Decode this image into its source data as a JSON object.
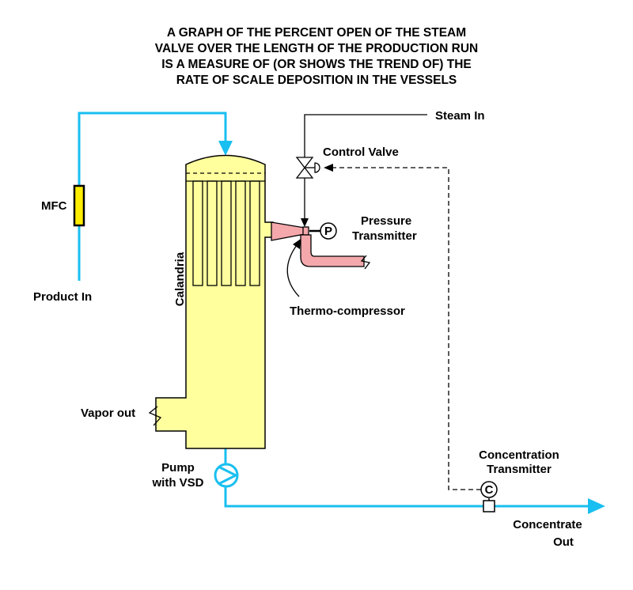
{
  "title_lines": [
    "A GRAPH OF THE PERCENT OPEN OF THE STEAM",
    "VALVE OVER THE LENGTH OF THE PRODUCTION RUN",
    "IS A MEASURE OF (OR SHOWS THE TREND OF) THE",
    "RATE OF SCALE DEPOSITION IN THE VESSELS"
  ],
  "labels": {
    "steam_in": "Steam In",
    "control_valve": "Control Valve",
    "mfc": "MFC",
    "pressure_1": "Pressure",
    "pressure_2": "Transmitter",
    "pressure_symbol": "P",
    "product_in": "Product In",
    "calandria": "Calandria",
    "thermo_compressor": "Thermo-compressor",
    "vapor_out": "Vapor out",
    "pump_1": "Pump",
    "pump_2": "with VSD",
    "concentration_1": "Concentration",
    "concentration_2": "Transmitter",
    "concentration_symbol": "C",
    "concentrate_1": "Concentrate",
    "concentrate_2": "Out"
  },
  "colors": {
    "process_line": "#19bff0",
    "vessel_fill": "#ffff9e",
    "compressor_fill": "#f4a8ac",
    "mfc_fill": "#ffee00"
  }
}
